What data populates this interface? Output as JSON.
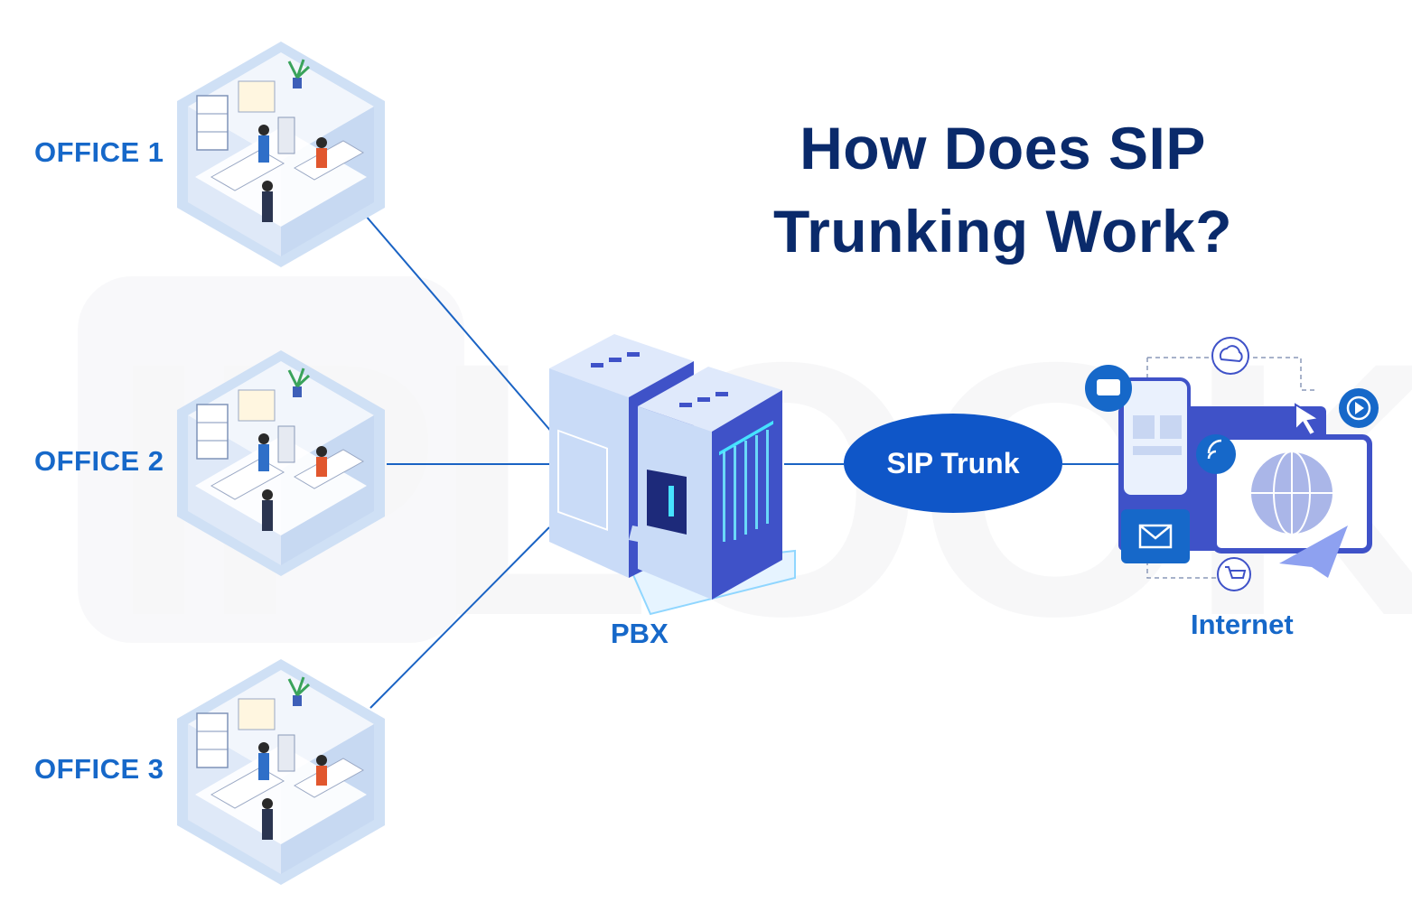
{
  "title": {
    "line1": "How Does SIP",
    "line2": "Trunking Work?"
  },
  "offices": [
    {
      "label": "OFFICE 1"
    },
    {
      "label": "OFFICE 2"
    },
    {
      "label": "OFFICE 3"
    }
  ],
  "pbx": {
    "label": "PBX"
  },
  "sip_trunk": {
    "label": "SIP Trunk"
  },
  "internet": {
    "label": "Internet"
  },
  "watermark": {
    "text": "IPLOOK"
  },
  "colors": {
    "title": "#0a2a6b",
    "label": "#1668c9",
    "connector": "#1a63c4",
    "trunk_fill": "#0f56c8",
    "server_body": "#3f52c8",
    "server_light": "#dfe9fb"
  }
}
